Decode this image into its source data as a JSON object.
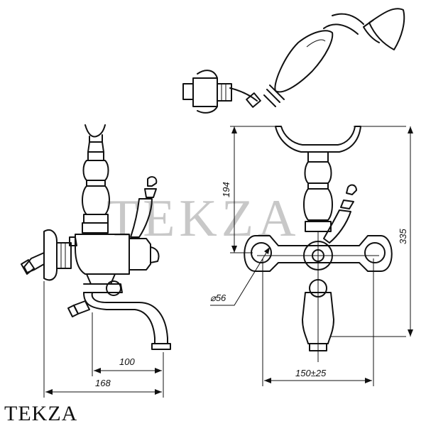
{
  "watermark": "TEKZA",
  "brand_label": "TEKZA",
  "dimensions": {
    "width_spout": "100",
    "width_total": "168",
    "height_upper": "194",
    "height_total": "335",
    "diameter": "⌀56",
    "spacing": "150±25"
  }
}
